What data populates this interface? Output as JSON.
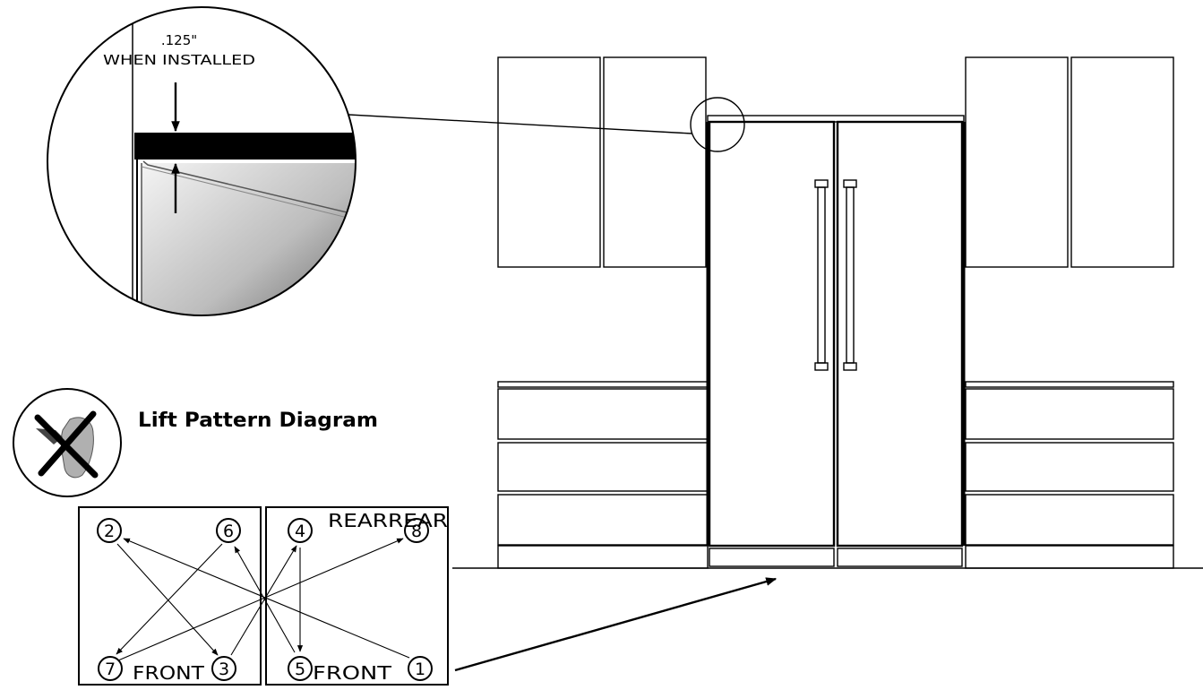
{
  "callout": {
    "dimension": ".125\"",
    "note": "WHEN INSTALLED"
  },
  "lift": {
    "title": "Lift Pattern Diagram",
    "left_panel": {
      "top_label": "",
      "bottom_label": "FRONT"
    },
    "right_panel": {
      "top_label": "REARREAR",
      "bottom_label": "FRONT"
    },
    "points": [
      {
        "n": "1"
      },
      {
        "n": "2"
      },
      {
        "n": "3"
      },
      {
        "n": "4"
      },
      {
        "n": "5"
      },
      {
        "n": "6"
      },
      {
        "n": "7"
      },
      {
        "n": "8"
      }
    ]
  },
  "colors": {
    "ink": "#000000",
    "steel_light": "#f2f2f2",
    "steel_dark": "#6e6e6e",
    "hand": "#b0b0b0"
  },
  "icons": {
    "prohibited": "no-hand-lift-icon"
  }
}
